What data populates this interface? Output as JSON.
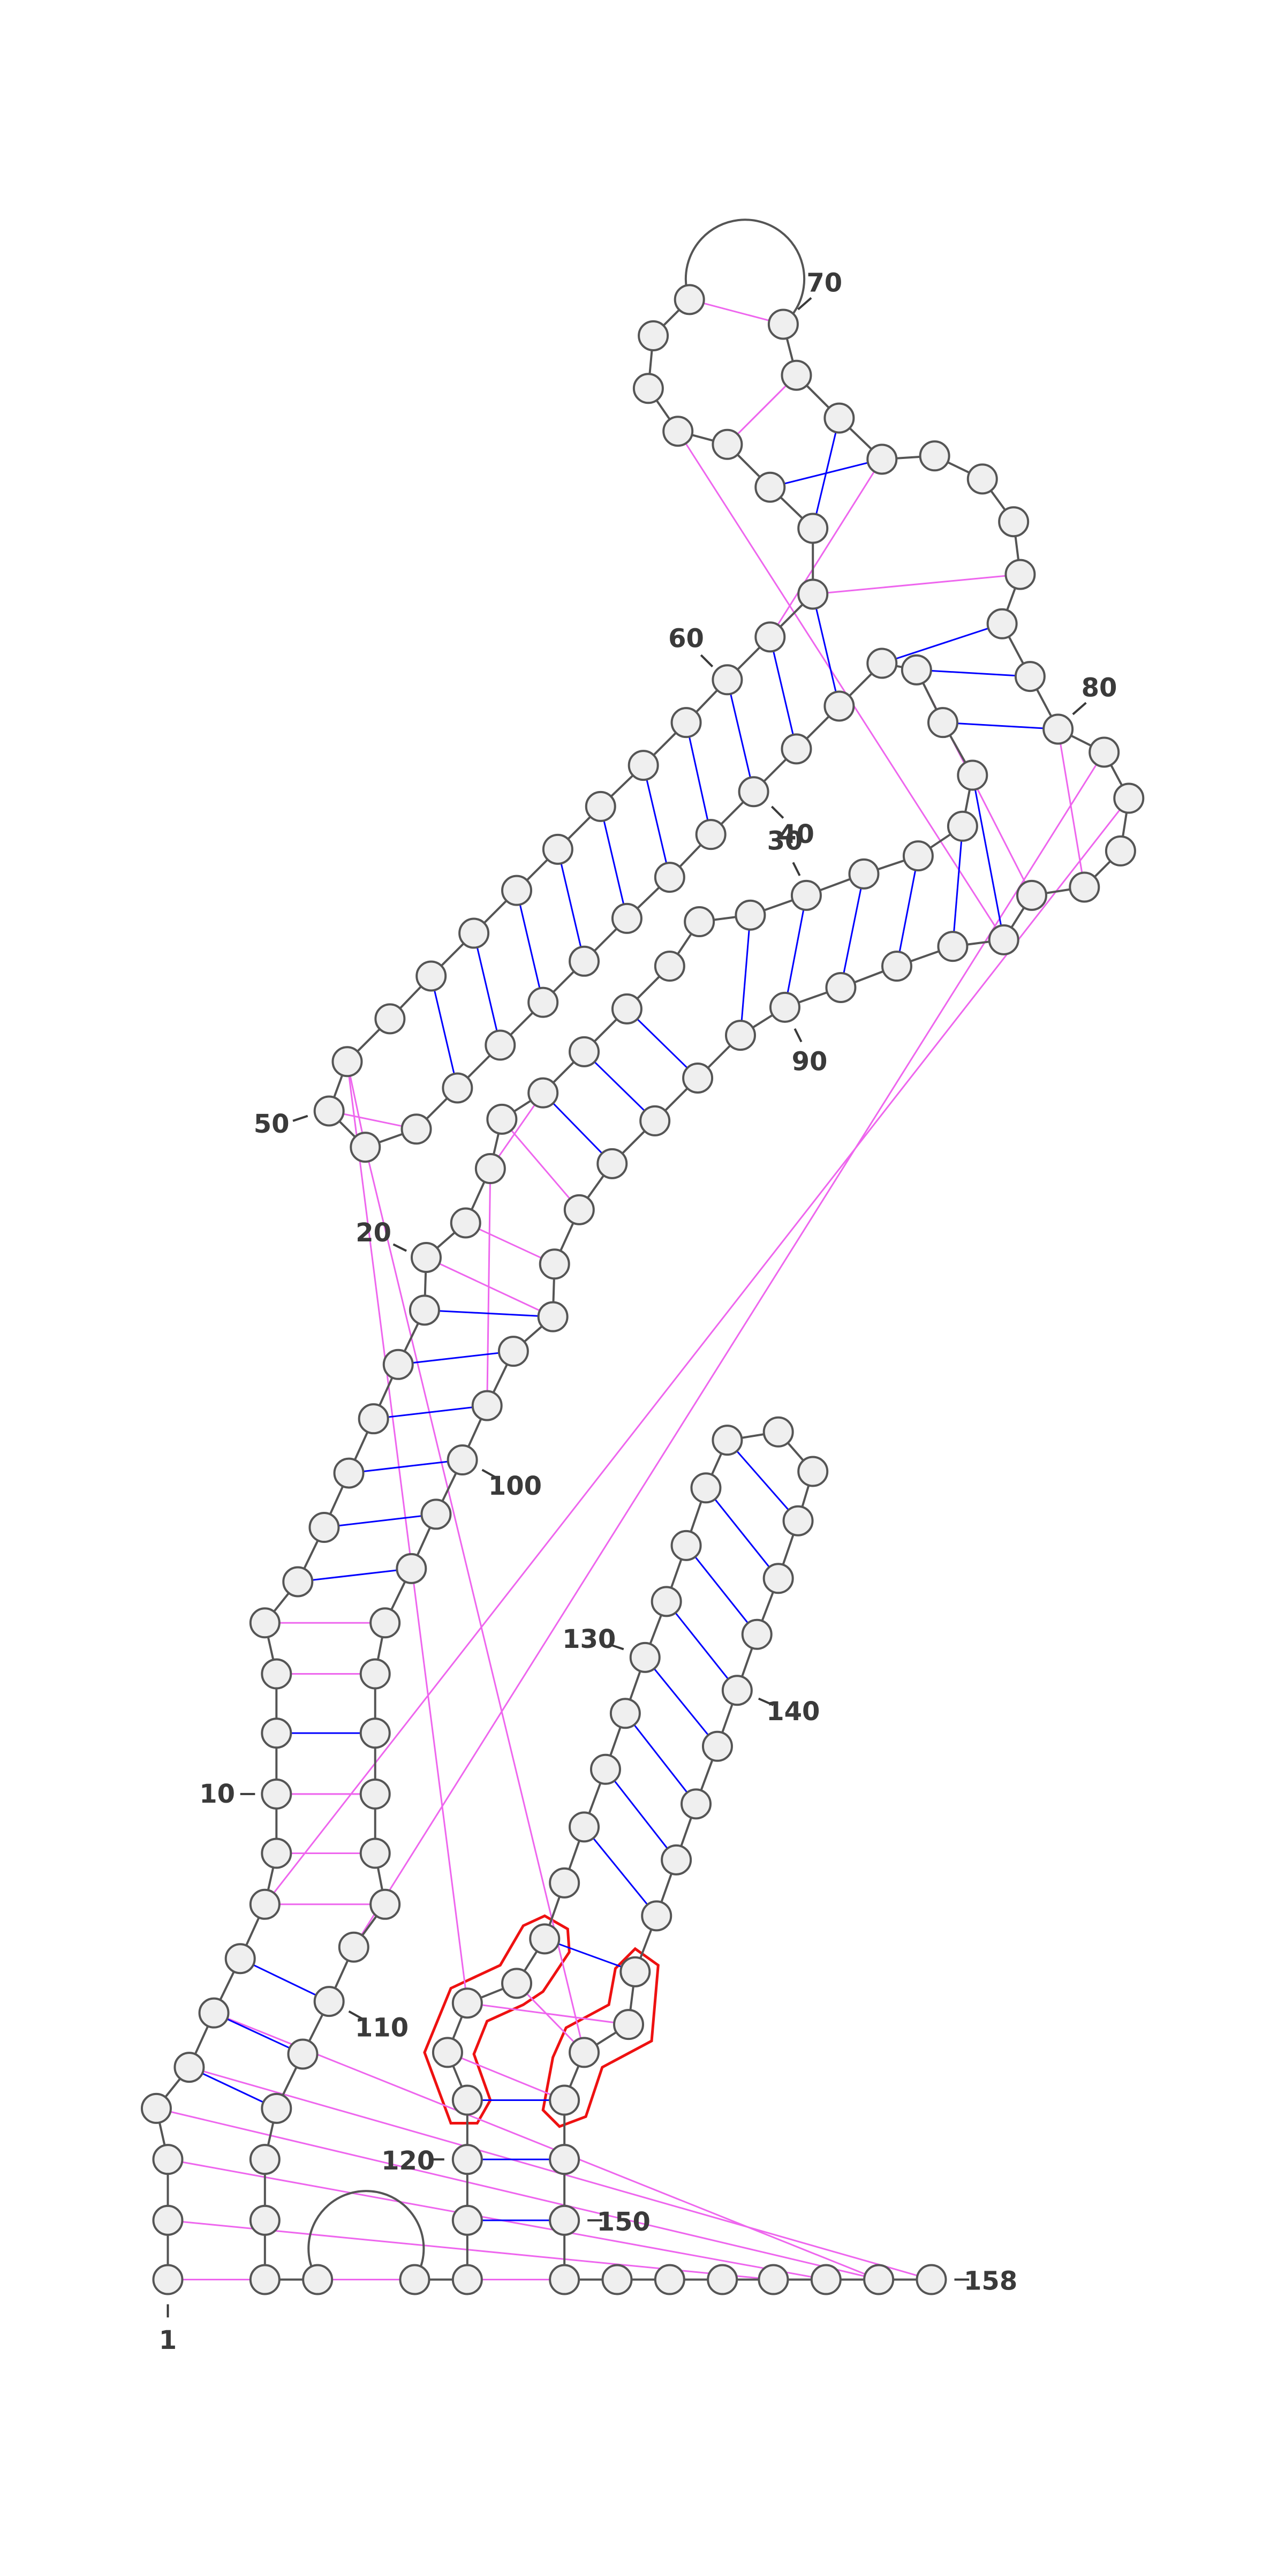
{
  "diagram": {
    "kind": "rna-secondary-structure",
    "sequence_length": 158,
    "colors": {
      "background": "#ffffff",
      "backbone": "#555555",
      "nucleotide_fill": "#efefef",
      "nucleotide_stroke": "#555555",
      "canonical_pair": "#0000ff",
      "tertiary_pair": "#ee66ee",
      "highlight": "#ee1111",
      "label": "#3a3a3a"
    },
    "labels": [
      {
        "nt": 1,
        "text": "1"
      },
      {
        "nt": 10,
        "text": "10"
      },
      {
        "nt": 20,
        "text": "20"
      },
      {
        "nt": 30,
        "text": "30"
      },
      {
        "nt": 40,
        "text": "40"
      },
      {
        "nt": 50,
        "text": "50"
      },
      {
        "nt": 60,
        "text": "60"
      },
      {
        "nt": 70,
        "text": "70"
      },
      {
        "nt": 80,
        "text": "80"
      },
      {
        "nt": 90,
        "text": "90"
      },
      {
        "nt": 100,
        "text": "100"
      },
      {
        "nt": 110,
        "text": "110"
      },
      {
        "nt": 120,
        "text": "120"
      },
      {
        "nt": 130,
        "text": "130"
      },
      {
        "nt": 140,
        "text": "140"
      },
      {
        "nt": 150,
        "text": "150"
      },
      {
        "nt": 158,
        "text": "158"
      }
    ]
  }
}
